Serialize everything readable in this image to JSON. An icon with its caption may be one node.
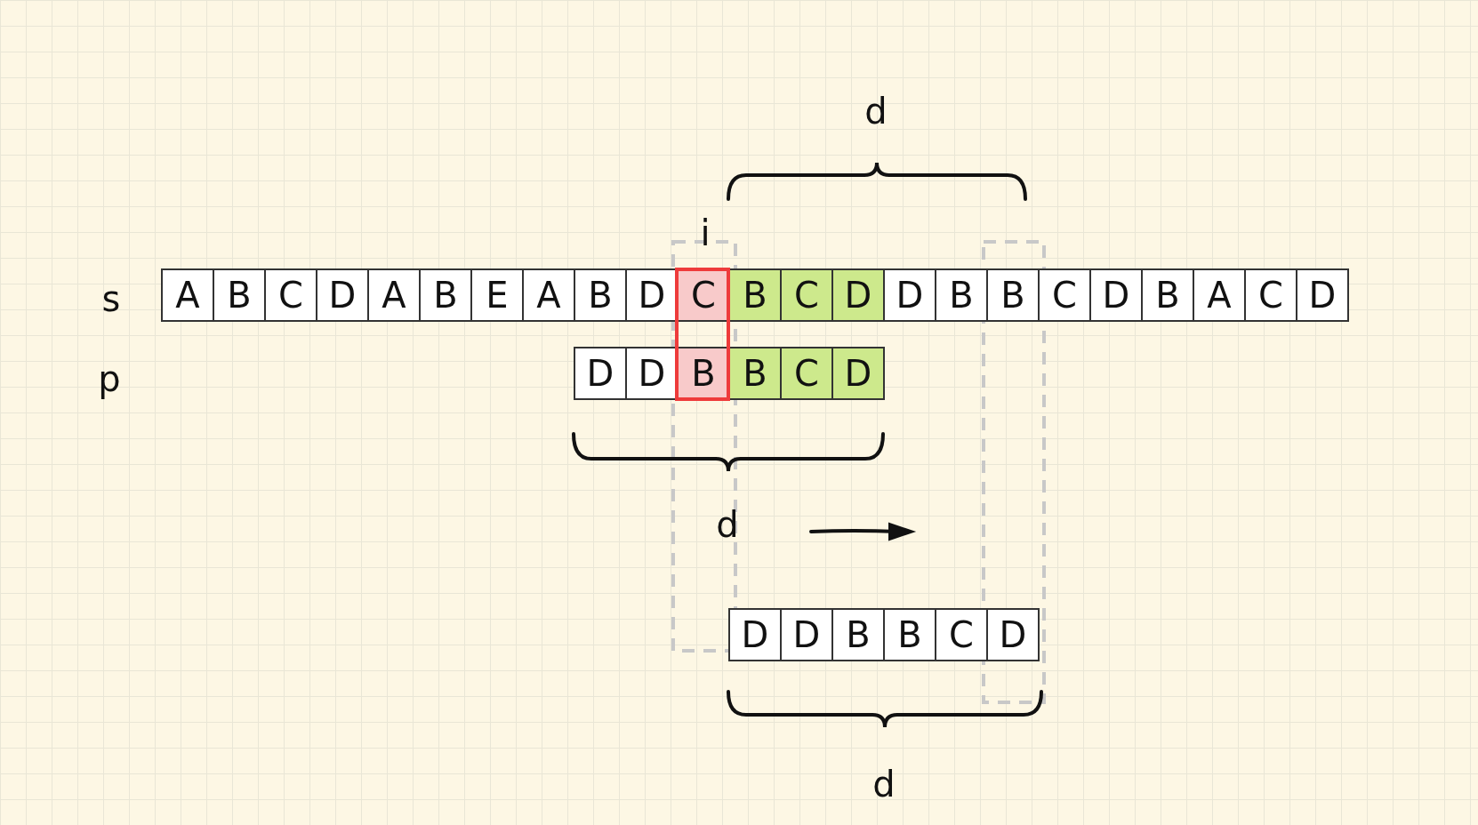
{
  "diagram": {
    "nodes": [
      {
        "text": [
          "A"
        ]
      },
      {
        "text": [
          "B"
        ]
      },
      {
        "text": [
          "C"
        ]
      },
      {
        "text": [
          "D"
        ]
      },
      {
        "text": [
          "A"
        ]
      },
      {
        "text": [
          "B"
        ]
      },
      {
        "text": [
          "E"
        ]
      },
      {
        "text": [
          "A"
        ]
      },
      {
        "text": [
          "B"
        ]
      },
      {
        "text": [
          "D"
        ]
      },
      {
        "text": [
          "C"
        ]
      },
      {
        "text": [
          "B"
        ]
      },
      {
        "text": [
          "C"
        ]
      },
      {
        "text": [
          "D"
        ]
      },
      {
        "text": [
          "D"
        ]
      },
      {
        "text": [
          "B"
        ]
      },
      {
        "text": [
          "B"
        ]
      },
      {
        "text": [
          "C"
        ]
      },
      {
        "text": [
          "D"
        ]
      },
      {
        "text": [
          "B"
        ]
      },
      {
        "text": [
          "A"
        ]
      },
      {
        "text": [
          "C"
        ]
      },
      {
        "text": [
          "D"
        ]
      },
      {
        "text": [
          "D"
        ]
      },
      {
        "text": [
          "D"
        ]
      },
      {
        "text": [
          "B"
        ]
      },
      {
        "text": [
          "B"
        ]
      },
      {
        "text": [
          "C"
        ]
      },
      {
        "text": [
          "D"
        ]
      },
      {
        "text": [
          "D"
        ]
      },
      {
        "text": [
          "D"
        ]
      },
      {
        "text": [
          "B"
        ]
      },
      {
        "text": [
          "B"
        ]
      },
      {
        "text": [
          "C"
        ]
      },
      {
        "text": [
          "D"
        ]
      }
    ],
    "edges": [],
    "labels": [
      "d",
      "i",
      "s",
      "p",
      "d",
      "d"
    ]
  }
}
